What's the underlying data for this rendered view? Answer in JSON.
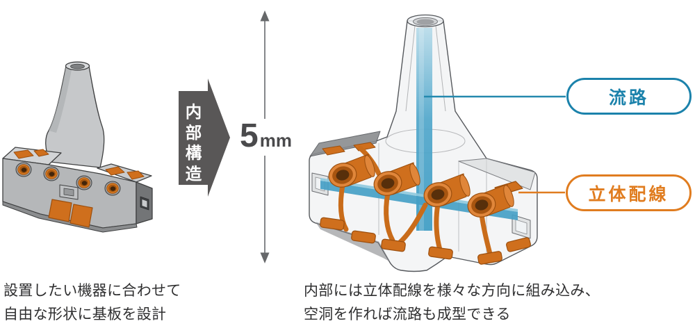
{
  "page": {
    "background": "#ffffff"
  },
  "transform_arrow": {
    "label": "内部構造"
  },
  "dimension": {
    "value": "5",
    "unit": "mm"
  },
  "callouts": {
    "flow_path": {
      "text": "流路",
      "color": "#1b82ab"
    },
    "wiring": {
      "text": "立体配線",
      "color": "#e07c1f"
    }
  },
  "captions": {
    "left": [
      "設置したい機器に合わせて",
      "自由な形状に基板を設計"
    ],
    "right": [
      "内部には立体配線を様々な方向に組み込み、",
      "空洞を作れば流路も成型できる"
    ]
  },
  "colors": {
    "arrow_gray": "#595757",
    "dimension_gray": "#85878a",
    "flow_blue": "#1b82ab",
    "wiring_orange": "#e07c1f",
    "channel_blue": "#459fc6",
    "copper_orange": "#cf6f1d",
    "model_gray": "#b5b7b9",
    "caption_text": "#2f2f30"
  }
}
